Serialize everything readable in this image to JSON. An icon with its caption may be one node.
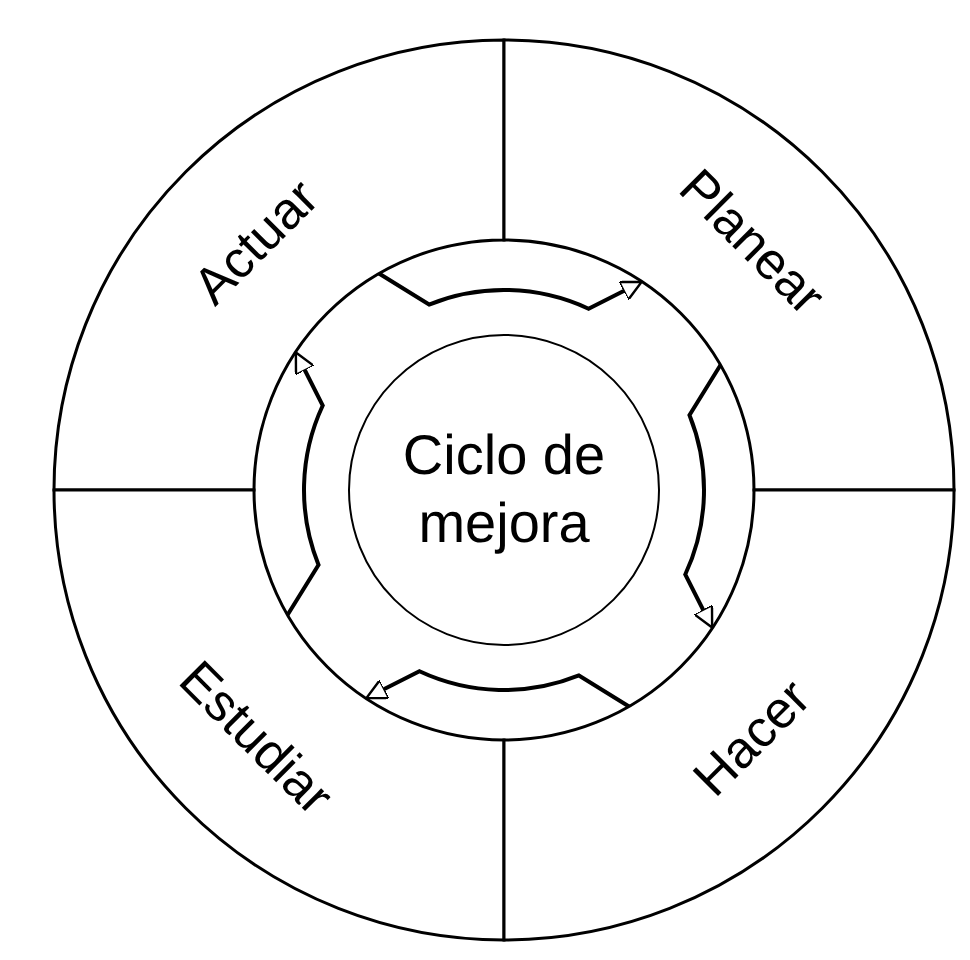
{
  "diagram": {
    "nodes": [
      {
        "text": [
          "Actuar"
        ]
      },
      {
        "text": [
          "Planear"
        ]
      },
      {
        "text": [
          "Ciclo de mejora"
        ]
      },
      {
        "text": [
          "Estudiar"
        ]
      },
      {
        "text": [
          "Hacer"
        ]
      }
    ],
    "edges": [
      {
        "from": 0,
        "to": 1,
        "arrow": "to"
      },
      {
        "from": 1,
        "to": 4,
        "arrow": "to"
      },
      {
        "from": 4,
        "to": 3,
        "arrow": "to"
      },
      {
        "from": 3,
        "to": 0,
        "arrow": "to"
      }
    ]
  }
}
